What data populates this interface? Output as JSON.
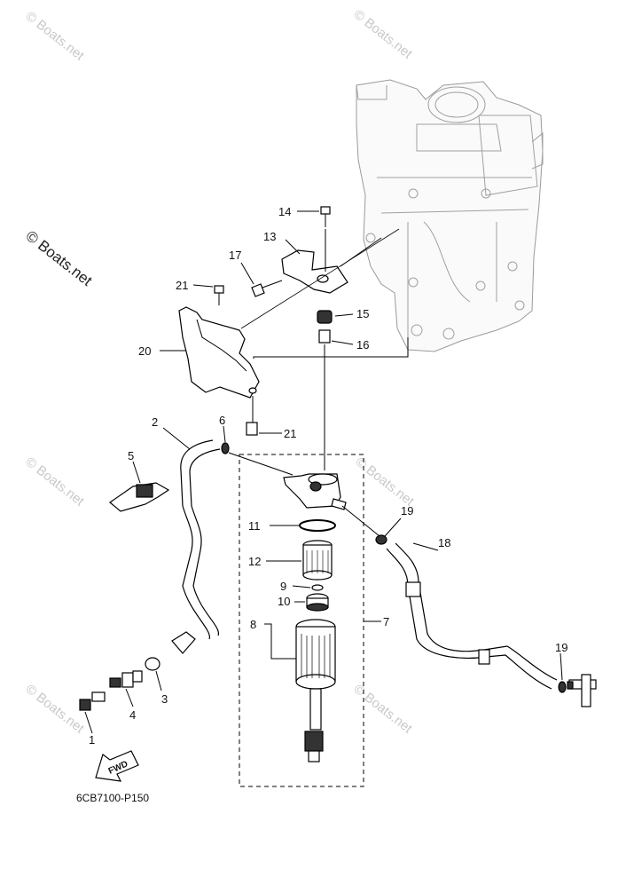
{
  "diagram": {
    "part_code": "6CB7100-P150",
    "watermark_main": "© Boats.net",
    "watermark_repeat": "© Boats.net",
    "fwd_label": "FWD",
    "callouts": {
      "c1": "1",
      "c2": "2",
      "c3": "3",
      "c4": "4",
      "c5": "5",
      "c6": "6",
      "c7": "7",
      "c8": "8",
      "c9": "9",
      "c10": "10",
      "c11": "11",
      "c12": "12",
      "c13": "13",
      "c14": "14",
      "c15": "15",
      "c16": "16",
      "c17": "17",
      "c18": "18",
      "c19a": "19",
      "c19b": "19",
      "c20": "20",
      "c21a": "21",
      "c21b": "21"
    }
  }
}
